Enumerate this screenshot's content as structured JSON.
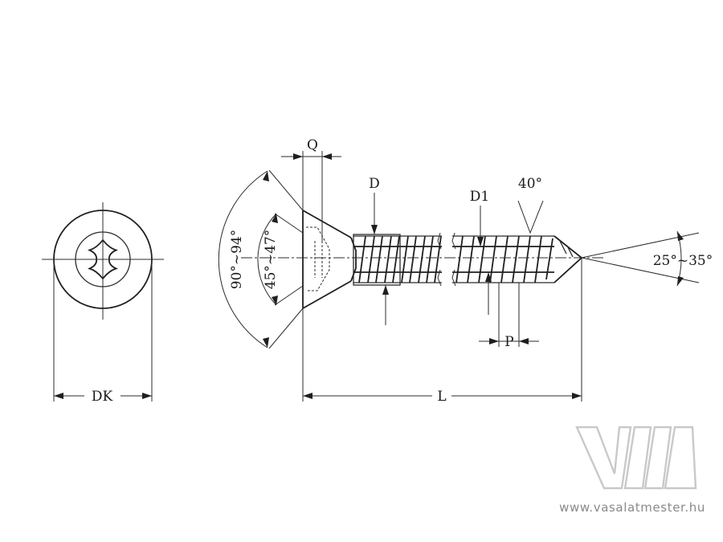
{
  "labels": {
    "q": "Q",
    "d": "D",
    "d1": "D1",
    "angle_tip": "40°",
    "head_angle_outer": "90°~94°",
    "head_angle_inner": "45°~47°",
    "point_angle": "25°~35°",
    "dk": "DK",
    "l": "L",
    "p": "P"
  },
  "watermark": {
    "site": "www.vasalatmester.hu",
    "logo": "VM"
  }
}
